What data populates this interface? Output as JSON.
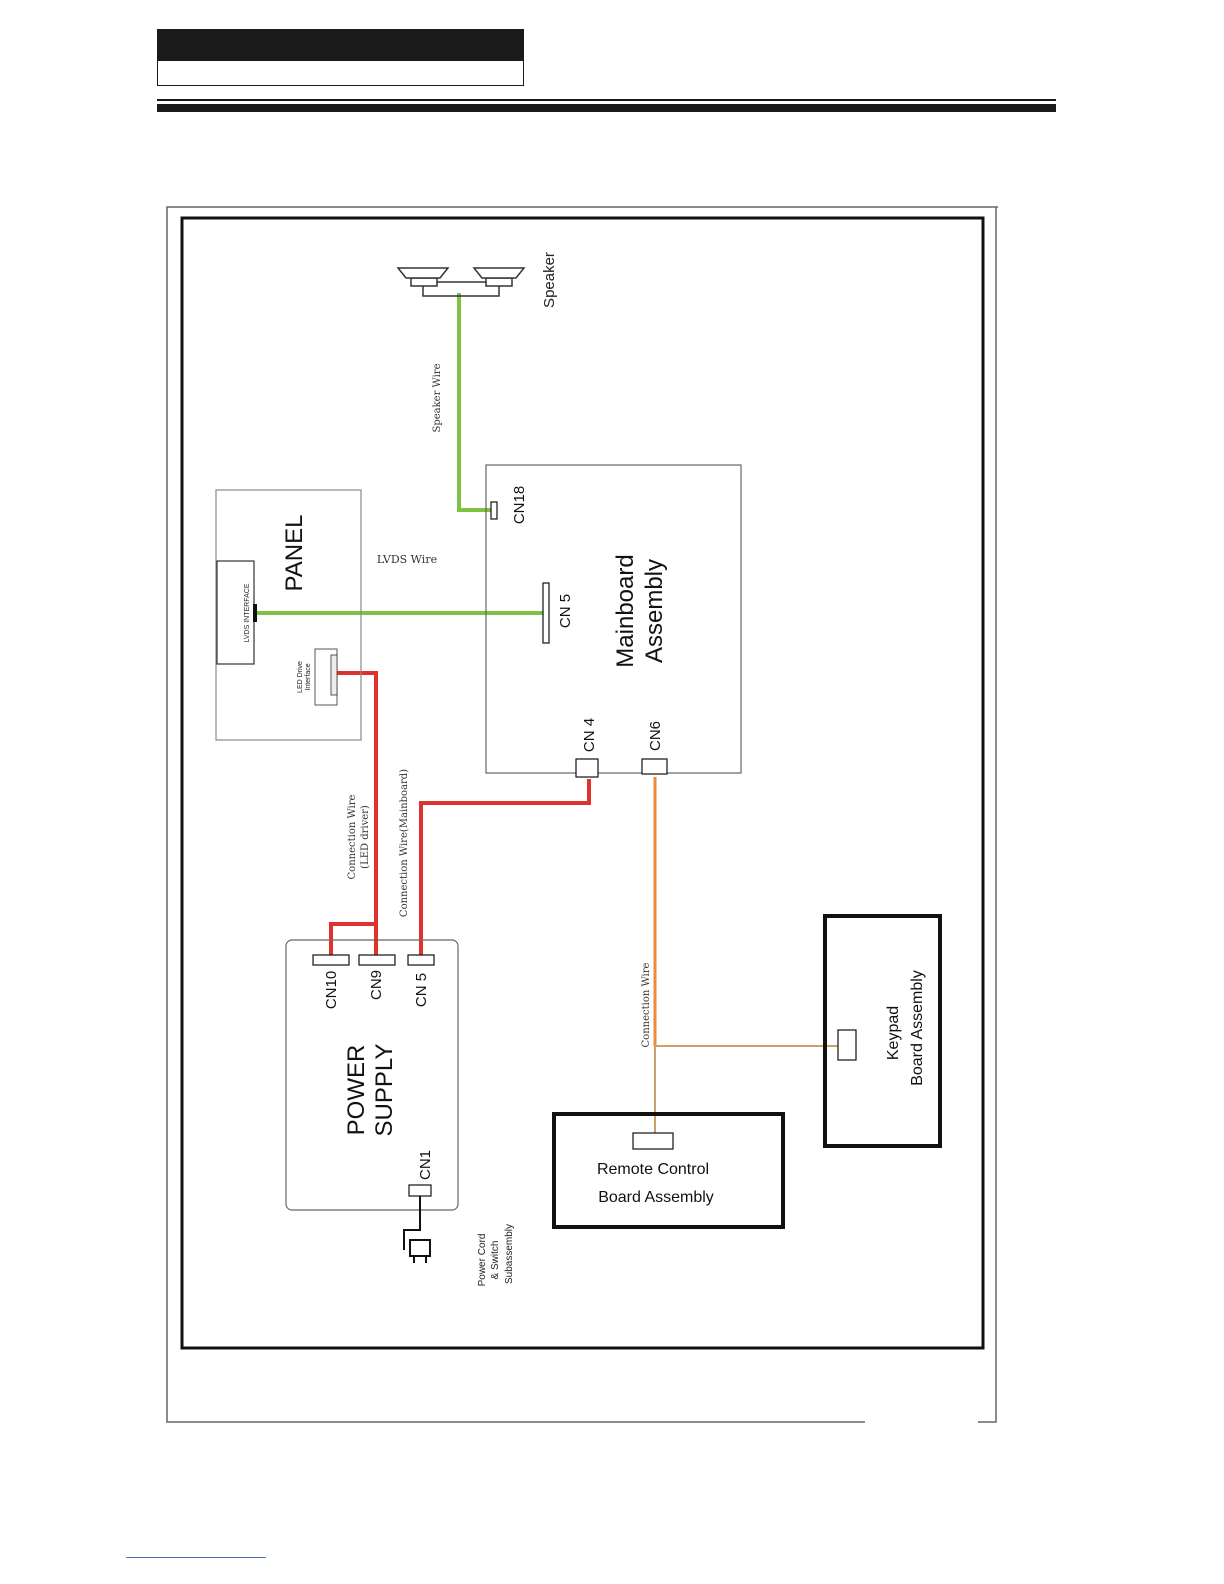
{
  "labels": {
    "speaker": "Speaker",
    "speaker_wire": "Speaker Wire",
    "panel": "PANEL",
    "lvds_interface": "LVDS INTERFACE",
    "led_drive_1": "LED Drive",
    "led_drive_2": "Interface",
    "lvds_wire": "LVDS Wire",
    "cn18": "CN18",
    "cn5_main": "CN 5",
    "mainboard_1": "Mainboard",
    "mainboard_2": "Assembly",
    "cn4": "CN 4",
    "cn6": "CN6",
    "conn_wire_led_1": "Connection Wire",
    "conn_wire_led_2": "(LED driver)",
    "conn_wire_main": "Connection  Wire(Mainboard)",
    "cn10": "CN10",
    "cn9": "CN9",
    "cn5_power": "CN 5",
    "power_1": "POWER",
    "power_2": "SUPPLY",
    "cn1": "CN1",
    "power_cord_1": "Power Cord",
    "power_cord_2": "& Switch",
    "power_cord_3": "Subassembly",
    "conn_wire": "Connection Wire",
    "keypad_1": "Keypad",
    "keypad_2": "Board Assembly",
    "remote_1": "Remote Control",
    "remote_2": "Board Assembly"
  },
  "colors": {
    "green_wire": "#7dc242",
    "red_wire": "#e0322c",
    "orange_wire": "#ee8a3a",
    "tan_wire": "#c8a06a"
  }
}
